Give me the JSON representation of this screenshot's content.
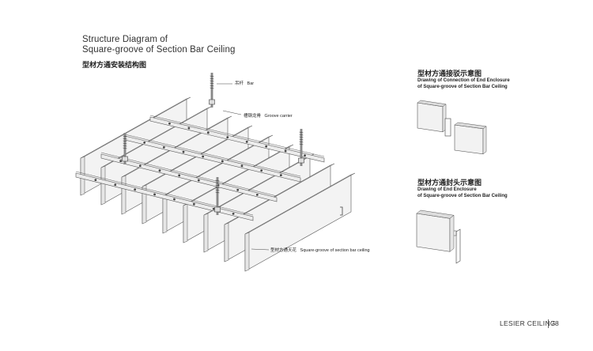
{
  "main_title": {
    "line1": "Structure Diagram of",
    "line2": "Square-groove of Section Bar Ceiling",
    "cn": "型材方通安装结构图"
  },
  "callouts": {
    "bar_cn": "吊杆",
    "bar_en": "Bar",
    "carrier_cn": "槽钢龙骨",
    "carrier_en": "Groove carrier",
    "panel_cn": "型材方通天花",
    "panel_en": "Square-groove of section bar ceiling"
  },
  "connection_detail": {
    "cn": "型材方通接驳示意图",
    "en_line1": "Drawing of Connection of End Enclosure",
    "en_line2": "of Square-groove of Section Bar Ceiling"
  },
  "end_detail": {
    "cn": "型材方通封头示意图",
    "en_line1": "Drawing of End Enclosure",
    "en_line2": "of Square-groove of Section Bar Ceiling"
  },
  "footer": {
    "brand": "LESIER CEILING",
    "page": "78"
  },
  "colors": {
    "panel_face": "#f3f3f3",
    "panel_top": "#d8d8d8",
    "stroke": "#555555"
  }
}
